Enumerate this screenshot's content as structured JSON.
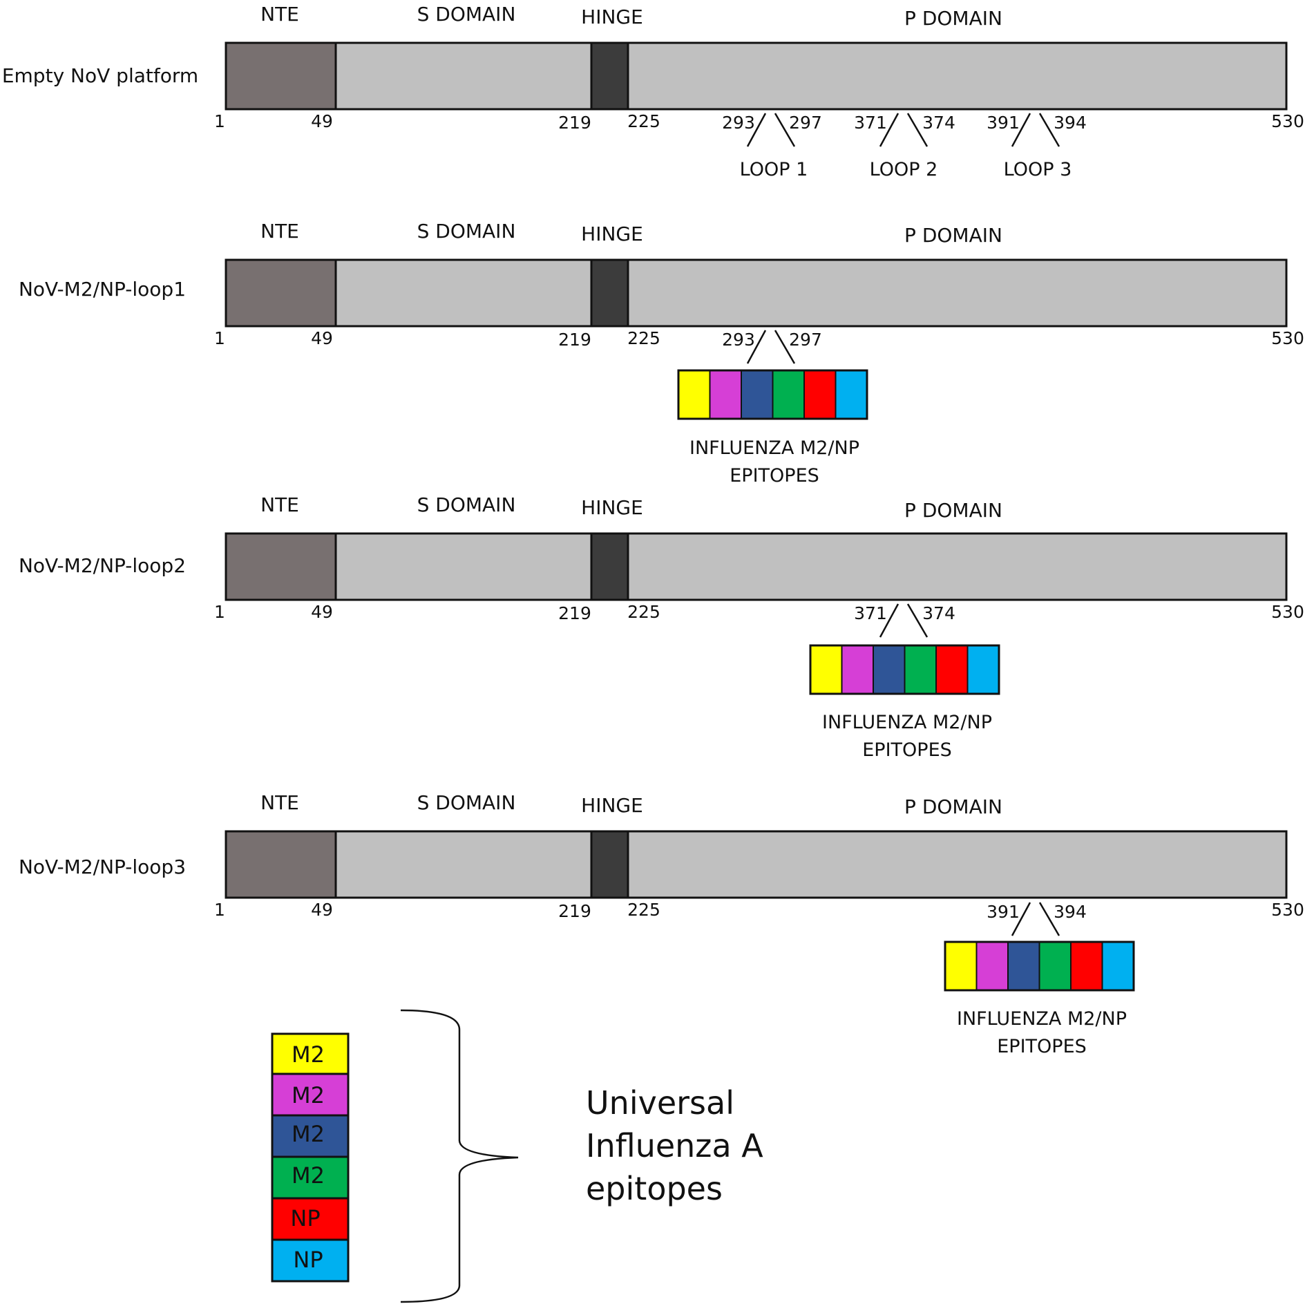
{
  "colors": {
    "nte": "#787070",
    "s_domain": "#c0c0c0",
    "hinge": "#3c3c3c",
    "p_domain": "#c0c0c0",
    "outline": "#111111"
  },
  "epitope_colors": [
    "#ffff00",
    "#d63fd6",
    "#2f5597",
    "#00b050",
    "#ff0000",
    "#00b0f0"
  ],
  "headers": {
    "nte": "NTE",
    "s_domain": "S DOMAIN",
    "hinge": "HINGE",
    "p_domain": "P DOMAIN"
  },
  "ticks": {
    "t1": "1",
    "t49": "49",
    "t219": "219",
    "t225": "225",
    "t530": "530"
  },
  "rows": [
    {
      "label": "Empty NoV platform",
      "loops": [
        {
          "start": "293",
          "end": "297",
          "name": "LOOP 1"
        },
        {
          "start": "371",
          "end": "374",
          "name": "LOOP 2"
        },
        {
          "start": "391",
          "end": "394",
          "name": "LOOP 3"
        }
      ]
    },
    {
      "label": "NoV-M2/NP-loop1",
      "loops": [
        {
          "start": "293",
          "end": "297"
        }
      ],
      "caption_line1": "INFLUENZA M2/NP",
      "caption_line2": "EPITOPES"
    },
    {
      "label": "NoV-M2/NP-loop2",
      "loops": [
        {
          "start": "371",
          "end": "374"
        }
      ],
      "caption_line1": "INFLUENZA M2/NP",
      "caption_line2": "EPITOPES"
    },
    {
      "label": "NoV-M2/NP-loop3",
      "loops": [
        {
          "start": "391",
          "end": "394"
        }
      ],
      "caption_line1": "INFLUENZA M2/NP",
      "caption_line2": "EPITOPES"
    }
  ],
  "legend": {
    "items": [
      {
        "label": "M2",
        "color": "#ffff00"
      },
      {
        "label": "M2",
        "color": "#d63fd6"
      },
      {
        "label": "M2",
        "color": "#2f5597"
      },
      {
        "label": "M2",
        "color": "#00b050"
      },
      {
        "label": "NP",
        "color": "#ff0000"
      },
      {
        "label": "NP",
        "color": "#00b0f0"
      }
    ],
    "text_line1": "Universal",
    "text_line2": "Influenza A",
    "text_line3": "epitopes"
  }
}
